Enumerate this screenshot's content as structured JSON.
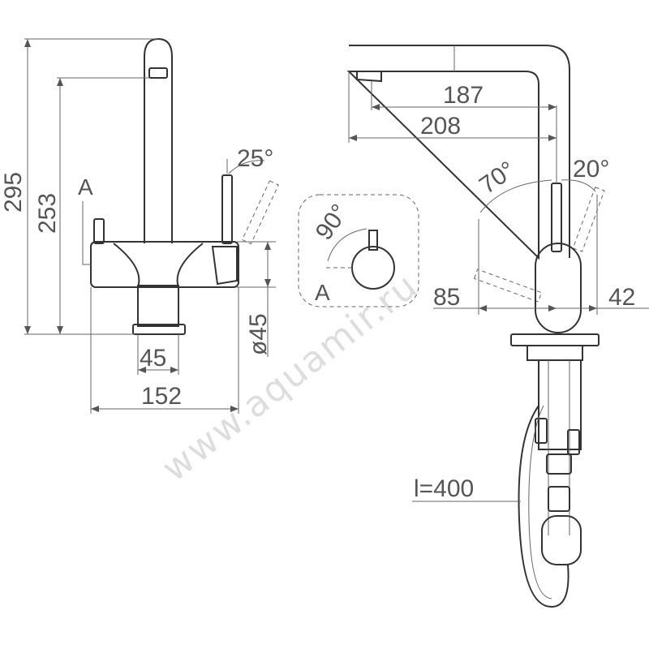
{
  "watermark": "www.aquamir.ru",
  "side_view": {
    "dim_total_height": "295",
    "dim_spout_height": "253",
    "dim_lever_angle": "25°",
    "dim_base_diameter": "ø45",
    "dim_base_width": "45",
    "dim_total_width": "152",
    "label_detail": "A"
  },
  "detail_view": {
    "dim_rotation_angle": "90°",
    "label_detail": "A"
  },
  "front_view": {
    "dim_reach_inner": "187",
    "dim_reach_outer": "208",
    "dim_lever_angle_back": "70°",
    "dim_lever_angle_front": "20°",
    "dim_lever_back_offset": "85",
    "dim_lever_front_offset": "42",
    "dim_hose_length": "l=400"
  }
}
